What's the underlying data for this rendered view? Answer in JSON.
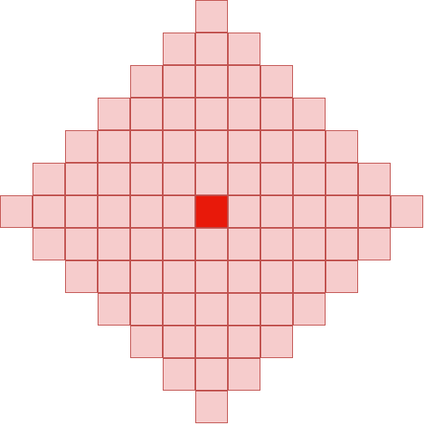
{
  "grid": {
    "radius": 6,
    "center": {
      "row": 0,
      "col": 0
    },
    "colors": {
      "cell_fill": "#f6cccc",
      "cell_border": "#c0504d",
      "center_fill": "#e8190a"
    }
  }
}
